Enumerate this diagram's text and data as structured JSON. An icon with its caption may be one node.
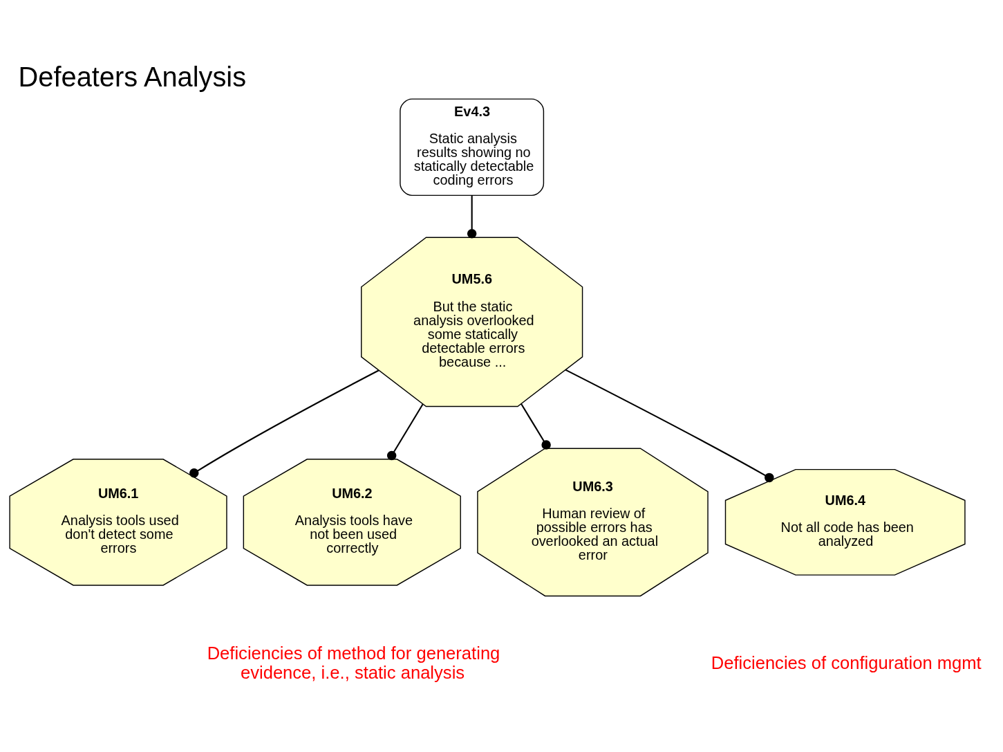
{
  "diagram": {
    "title": "Defeaters Analysis",
    "nodes": [
      {
        "text": [
          "Ev4.3",
          "Static analysis results showing no statically detectable coding errors"
        ]
      },
      {
        "text": [
          "UM5.6",
          "But the static analysis overlooked some statically detectable errors because ..."
        ]
      },
      {
        "text": [
          "UM6.1",
          "Analysis tools used don't detect some errors"
        ]
      },
      {
        "text": [
          "UM6.2",
          "Analysis tools have not been used correctly"
        ]
      },
      {
        "text": [
          "UM6.3",
          "Human review of possible errors has overlooked an actual error"
        ]
      },
      {
        "text": [
          "UM6.4",
          "Not all code has been analyzed"
        ]
      }
    ],
    "edges": [
      {
        "from": 0,
        "to": 1,
        "arrow": "other"
      },
      {
        "from": 1,
        "to": 2,
        "arrow": "other"
      },
      {
        "from": 1,
        "to": 3,
        "arrow": "other"
      },
      {
        "from": 1,
        "to": 4,
        "arrow": "other"
      },
      {
        "from": 1,
        "to": 5,
        "arrow": "other"
      }
    ],
    "labels": [
      "Deficiencies of method for generating evidence, i.e., static analysis",
      "Deficiencies of configuration mgmt"
    ]
  }
}
